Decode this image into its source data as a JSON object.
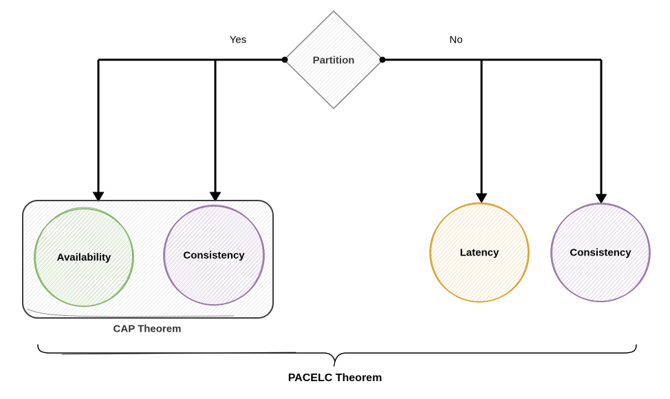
{
  "diagram": {
    "decision": {
      "label": "Partition"
    },
    "branches": {
      "yes": "Yes",
      "no": "No"
    },
    "partition_true": {
      "group_label": "CAP Theorem",
      "nodes": [
        {
          "id": "availability",
          "label": "Availability",
          "color": "#82b366"
        },
        {
          "id": "consistency",
          "label": "Consistency",
          "color": "#9673a6"
        }
      ]
    },
    "partition_false": {
      "nodes": [
        {
          "id": "latency",
          "label": "Latency",
          "color": "#d7a02f"
        },
        {
          "id": "consistency",
          "label": "Consistency",
          "color": "#9673a6"
        }
      ]
    },
    "footer": {
      "label": "PACELC Theorem"
    },
    "colors": {
      "line": "#000000",
      "diamond_stroke": "#8c8c8c",
      "diamond_text": "#3f3f3f",
      "group_box_stroke": "#3d3d3d",
      "group_label_text": "#333333",
      "green": "#82b366",
      "purple": "#9673a6",
      "orange": "#d7a02f",
      "hatch_gray": "#ececec",
      "hatch_green": "#cde4c0",
      "hatch_purple": "#e0d3ea",
      "hatch_orange": "#f6e2bd"
    }
  }
}
